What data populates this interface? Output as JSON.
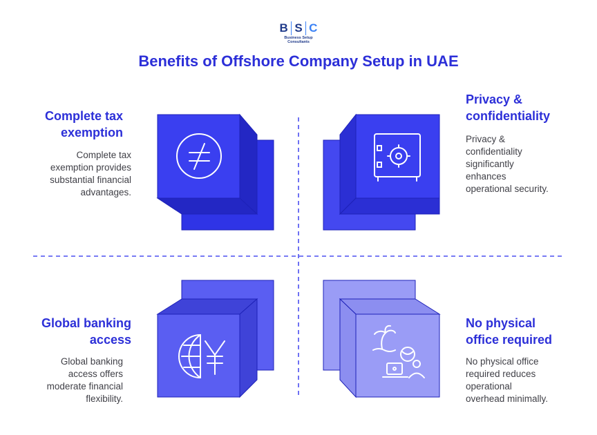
{
  "logo": {
    "letters": [
      "B",
      "S",
      "C"
    ],
    "tagline_1": "Business Setup",
    "tagline_2": "Consultants"
  },
  "title": "Benefits of Offshore Company Setup in UAE",
  "quadrants": {
    "top_left": {
      "heading_line1": "Complete tax",
      "heading_line2": "exemption",
      "desc_lines": [
        "Complete tax",
        "exemption provides",
        "substantial financial",
        "advantages."
      ],
      "icon": "not-equal-icon",
      "color_front": "#3a3ff0",
      "color_back": "#2f34e6"
    },
    "top_right": {
      "heading_line1": "Privacy &",
      "heading_line2": "confidentiality",
      "desc_lines": [
        "Privacy &",
        "confidentiality",
        "significantly",
        "enhances",
        "operational security."
      ],
      "icon": "safe-icon",
      "color_front": "#3a3ff0",
      "color_back": "#4448f0"
    },
    "bottom_left": {
      "heading_line1": "Global banking",
      "heading_line2": "access",
      "desc_lines": [
        "Global banking",
        "access offers",
        "moderate financial",
        "flexibility."
      ],
      "icon": "globe-yen-icon",
      "color_front": "#5a5ef2",
      "color_back": "#5a5ef2"
    },
    "bottom_right": {
      "heading_line1": "No physical",
      "heading_line2": "office required",
      "desc_lines": [
        "No physical office",
        "required reduces",
        "operational",
        "overhead minimally."
      ],
      "icon": "beach-laptop-icon",
      "color_front": "#9a9cf6",
      "color_back": "#9a9cf6"
    }
  }
}
